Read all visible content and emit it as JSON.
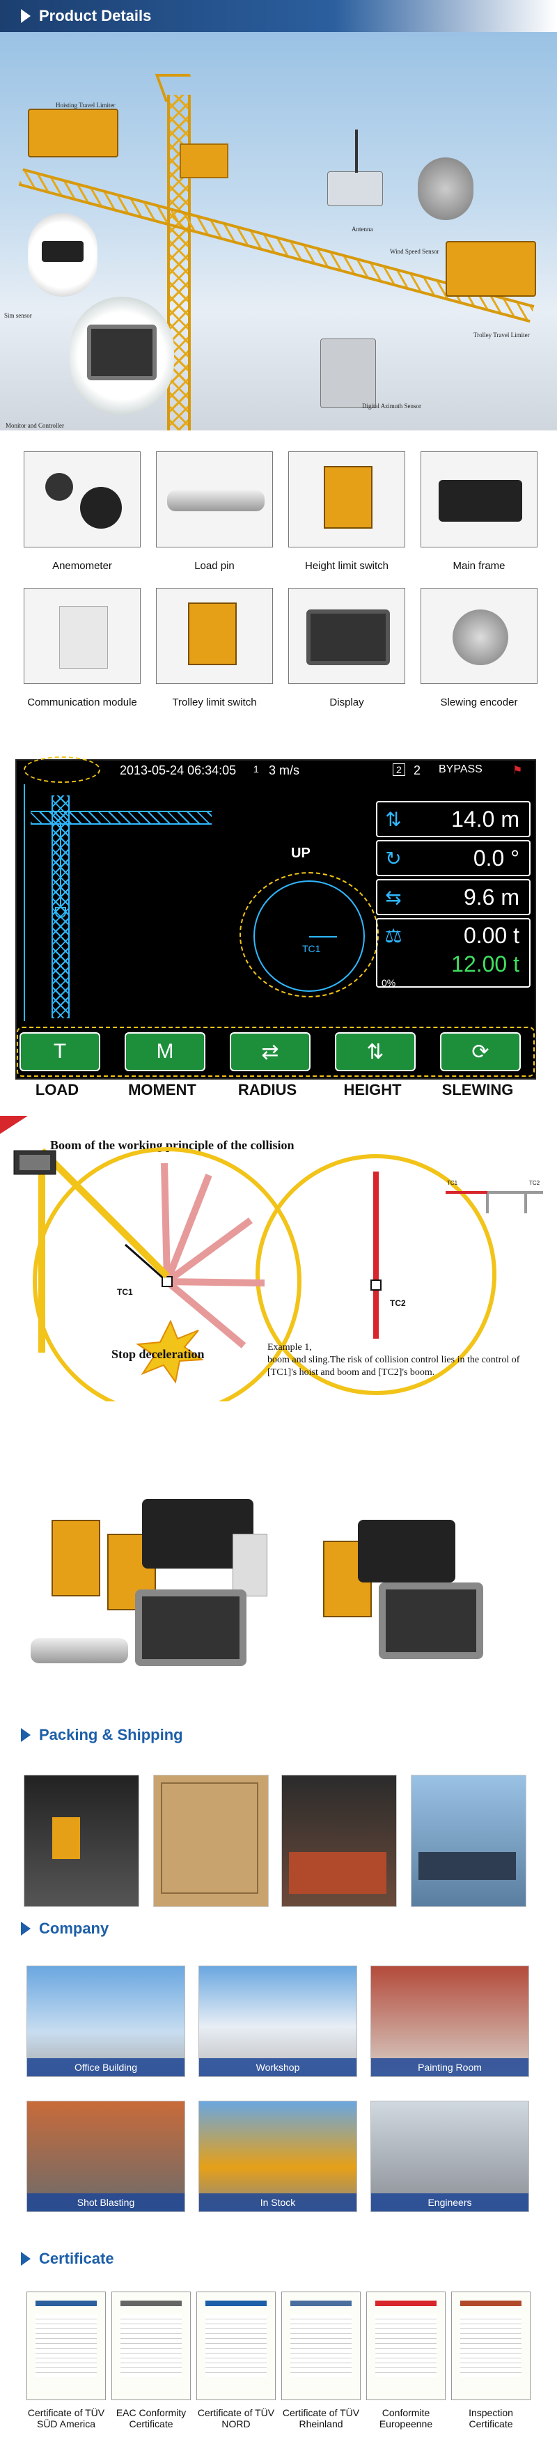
{
  "product_details": {
    "heading": "Product Details",
    "hero_labels": {
      "hoisting_limiter": "Hoisting Travel Limiter",
      "antenna": "Antenna",
      "wind_sensor": "Wind Speed Sensor",
      "trolley_limiter": "Trolley Travel Limiter",
      "digital_azimuth": "Digital Azimuth Sensor",
      "monitor": "Monitor and Controller",
      "sim_sensor": "Sim sensor"
    },
    "products": [
      {
        "label": "Anemometer"
      },
      {
        "label": "Load pin"
      },
      {
        "label": "Height limit switch"
      },
      {
        "label": "Main frame"
      },
      {
        "label": "Communication module"
      },
      {
        "label": "Trolley  limit switch"
      },
      {
        "label": "Display"
      },
      {
        "label": "Slewing encoder"
      }
    ]
  },
  "display": {
    "datetime": "2013-05-24 06:34:05",
    "wind": "3 m/s",
    "wind_level": "1",
    "channel": "2",
    "mode": "BYPASS",
    "direction": "UP",
    "crane_id": "TC1",
    "height": "14.0 m",
    "angle": "0.0 °",
    "radius": "9.6 m",
    "load": "0.00 t",
    "rated_load": "12.00 t",
    "load_percent": "0%",
    "buttons": [
      "T",
      "M",
      "⇄",
      "⇅",
      "⟳"
    ],
    "button_labels": [
      "LOAD",
      "MOMENT",
      "RADIUS",
      "HEIGHT",
      "SLEWING"
    ]
  },
  "collision": {
    "title": "Boom of the working principle of the collision",
    "tc1": "TC1",
    "tc2": "TC2",
    "stop": "Stop deceleration",
    "example": "Example 1,",
    "example_text": "boom and sling.The risk of collision control lies in the control of [TC1]'s hoist and boom and [TC2]'s boom.",
    "mini_tc1": "TC1",
    "mini_tc2": "TC2"
  },
  "packing": {
    "heading": "Packing & Shipping"
  },
  "company": {
    "heading": "Company",
    "photos": [
      {
        "label": "Office Building"
      },
      {
        "label": "Workshop"
      },
      {
        "label": "Painting Room"
      },
      {
        "label": "Shot Blasting"
      },
      {
        "label": "In Stock"
      },
      {
        "label": "Engineers"
      }
    ]
  },
  "certificate": {
    "heading": "Certificate",
    "items": [
      {
        "label": "Certificate of TÜV SÜD America"
      },
      {
        "label": "EAC Conformity Certificate"
      },
      {
        "label": "Certificate of TÜV NORD"
      },
      {
        "label": "Certificate of TÜV Rheinland"
      },
      {
        "label": "Conformite Europeenne"
      },
      {
        "label": "Inspection Certificate"
      }
    ]
  },
  "colors": {
    "accent": "#1d5fa8",
    "crane_yellow": "#e4a91a",
    "display_green": "#1d8f3b",
    "display_cyan": "#2fb8ff",
    "collision_red": "#d7262c",
    "collision_yellow": "#f2c318"
  }
}
